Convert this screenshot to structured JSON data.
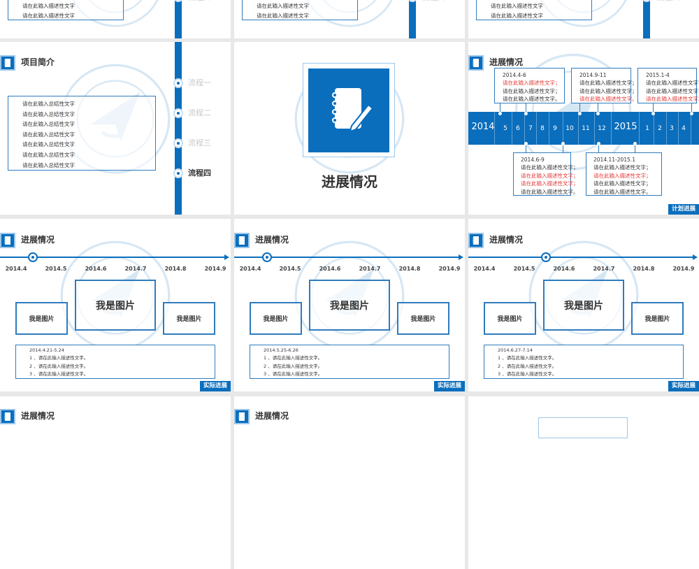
{
  "colors": {
    "accent": "#0a6ebd",
    "background": "#e8e8e8",
    "highlight_text": "#e53935"
  },
  "top_row": [
    {
      "lines": [
        "请在此输入描述性文字",
        "请在此输入描述性文字"
      ],
      "step_label": "流程四"
    },
    {
      "lines": [
        "请在此输入描述性文字",
        "请在此输入描述性文字"
      ],
      "step_label": "流程四"
    },
    {
      "lines": [
        "请在此输入描述性文字",
        "请在此输入描述性文字"
      ],
      "step_label": "流程四"
    }
  ],
  "project_intro": {
    "title": "项目简介",
    "summary_lines": [
      "请在此输入总结性文字",
      "请在此输入总结性文字",
      "请在此输入总结性文字",
      "请在此输入总结性文字",
      "请在此输入总结性文字",
      "请在此输入总结性文字",
      "请在此输入总结性文字"
    ],
    "steps": [
      {
        "label": "流程一",
        "active": false
      },
      {
        "label": "流程二",
        "active": false
      },
      {
        "label": "流程三",
        "active": false
      },
      {
        "label": "流程四",
        "active": true
      }
    ]
  },
  "section_cover": {
    "title": "进展情况",
    "icon": "notebook-pen-icon"
  },
  "planned": {
    "title": "进展情况",
    "tag": "计划进展",
    "ticks": [
      {
        "label": "2014",
        "year": true
      },
      {
        "label": "5"
      },
      {
        "label": "6"
      },
      {
        "label": "7"
      },
      {
        "label": "8"
      },
      {
        "label": "9"
      },
      {
        "label": "10"
      },
      {
        "label": "11"
      },
      {
        "label": "12"
      },
      {
        "label": "2015",
        "year": true
      },
      {
        "label": "1"
      },
      {
        "label": "2"
      },
      {
        "label": "3"
      },
      {
        "label": "4"
      }
    ],
    "top_boxes": [
      {
        "date": "2014.4-6",
        "lines": [
          {
            "text": "请在此输入描述性文字；",
            "highlight": true
          },
          {
            "text": "请在此输入描述性文字；",
            "highlight": false
          },
          {
            "text": "请在此输入描述性文字。",
            "highlight": false
          }
        ]
      },
      {
        "date": "2014.9-11",
        "lines": [
          {
            "text": "请在此输入描述性文字；",
            "highlight": false
          },
          {
            "text": "请在此输入描述性文字；",
            "highlight": false
          },
          {
            "text": "请在此输入描述性文字。",
            "highlight": true
          }
        ]
      },
      {
        "date": "2015.1-4",
        "lines": [
          {
            "text": "请在此输入描述性文字；",
            "highlight": false
          },
          {
            "text": "请在此输入描述性文字；",
            "highlight": false
          },
          {
            "text": "请在此输入描述性文字。",
            "highlight": true
          }
        ]
      }
    ],
    "bottom_boxes": [
      {
        "date": "2014.6-9",
        "lines": [
          {
            "text": "请在此输入描述性文字；",
            "highlight": false
          },
          {
            "text": "请在此输入描述性文字；",
            "highlight": true
          },
          {
            "text": "请在此输入描述性文字；",
            "highlight": true
          },
          {
            "text": "请在此输入描述性文字。",
            "highlight": false
          }
        ]
      },
      {
        "date": "2014.11-2015.1",
        "lines": [
          {
            "text": "请在此输入描述性文字；",
            "highlight": false
          },
          {
            "text": "请在此输入描述性文字；",
            "highlight": true
          },
          {
            "text": "请在此输入描述性文字；",
            "highlight": false
          },
          {
            "text": "请在此输入描述性文字。",
            "highlight": false
          }
        ]
      }
    ]
  },
  "actual": [
    {
      "title": "进展情况",
      "axis": [
        "2014.4",
        "2014.5",
        "2014.6",
        "2014.7",
        "2014.8",
        "2014.9"
      ],
      "marker_index": 0.42,
      "images": [
        "我是图片",
        "我是图片",
        "我是图片"
      ],
      "period": "2014.4.21-5.24",
      "items": [
        "1 、请在此输入描述性文字。",
        "2 、请在此输入描述性文字。",
        "3 、请在此输入描述性文字。"
      ],
      "tag": "实际进展"
    },
    {
      "title": "进展情况",
      "axis": [
        "2014.4",
        "2014.5",
        "2014.6",
        "2014.7",
        "2014.8",
        "2014.9"
      ],
      "marker_index": 0.42,
      "images": [
        "我是图片",
        "我是图片",
        "我是图片"
      ],
      "period": "2014.5.25-6.26",
      "items": [
        "1 、请在此输入描述性文字。",
        "2 、请在此输入描述性文字。",
        "3 、请在此输入描述性文字。"
      ],
      "tag": "实际进展"
    },
    {
      "title": "进展情况",
      "axis": [
        "2014.4",
        "2014.5",
        "2014.6",
        "2014.7",
        "2014.8",
        "2014.9"
      ],
      "marker_index": 1.54,
      "images": [
        "我是图片",
        "我是图片",
        "我是图片"
      ],
      "period": "2014.6.27-7.14",
      "items": [
        "1 、请在此输入描述性文字。",
        "2 、请在此输入描述性文字。",
        "3 、请在此输入描述性文字。"
      ],
      "tag": "实际进展"
    }
  ],
  "bottom_row": [
    {
      "title": "进展情况"
    },
    {
      "title": "进展情况"
    }
  ]
}
